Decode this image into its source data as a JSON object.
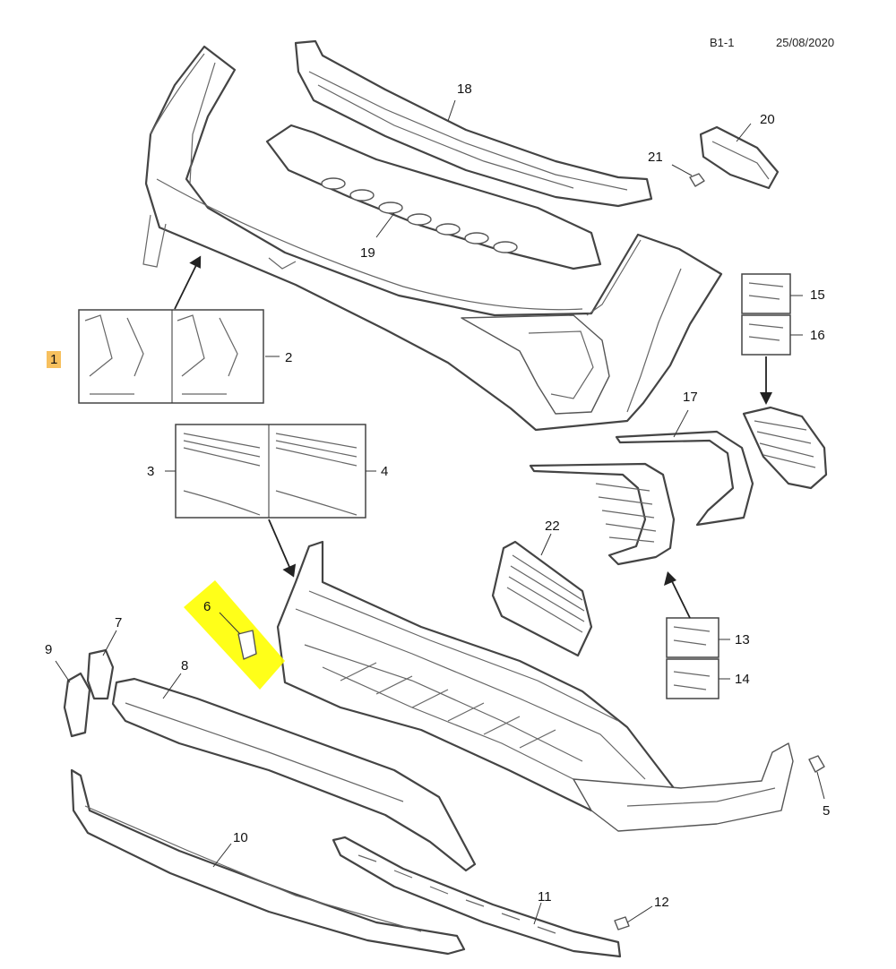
{
  "header": {
    "code": "B1-1",
    "date": "25/08/2020"
  },
  "callouts": {
    "c1": "1",
    "c2": "2",
    "c3": "3",
    "c4": "4",
    "c5": "5",
    "c6": "6",
    "c7": "7",
    "c8": "8",
    "c9": "9",
    "c10": "10",
    "c11": "11",
    "c12": "12",
    "c13": "13",
    "c14": "14",
    "c15": "15",
    "c16": "16",
    "c17": "17",
    "c18": "18",
    "c19": "19",
    "c20": "20",
    "c21": "21",
    "c22": "22"
  },
  "colors": {
    "highlight_box": "#f7c05e",
    "highlight_band": "#ffff00",
    "line": "#444444"
  }
}
